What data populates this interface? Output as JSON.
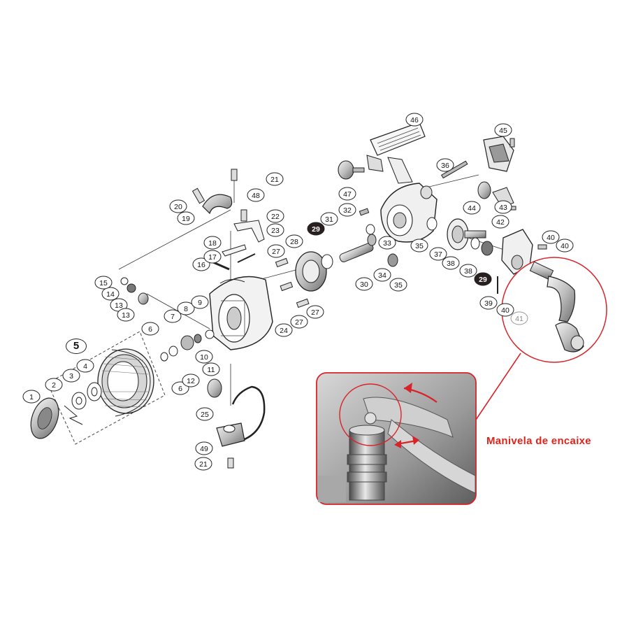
{
  "callout": {
    "text": "Manivela de encaixe",
    "color": "#e2231a"
  },
  "assembly_label": "5",
  "part_labels": [
    "1",
    "2",
    "3",
    "4",
    "6",
    "6",
    "7",
    "8",
    "9",
    "10",
    "11",
    "12",
    "13",
    "13",
    "14",
    "15",
    "16",
    "17",
    "18",
    "19",
    "20",
    "21",
    "21",
    "22",
    "23",
    "24",
    "25",
    "27",
    "27",
    "27",
    "28",
    "29",
    "29",
    "30",
    "31",
    "32",
    "33",
    "34",
    "35",
    "35",
    "36",
    "37",
    "38",
    "38",
    "39",
    "40",
    "40",
    "40",
    "41",
    "42",
    "43",
    "44",
    "45",
    "46",
    "47",
    "48",
    "49",
    "49"
  ],
  "highlighted_labels": [
    "29"
  ],
  "colors": {
    "line": "#222222",
    "highlight_fill": "#2a1f1f",
    "accent": "#e2231a"
  }
}
